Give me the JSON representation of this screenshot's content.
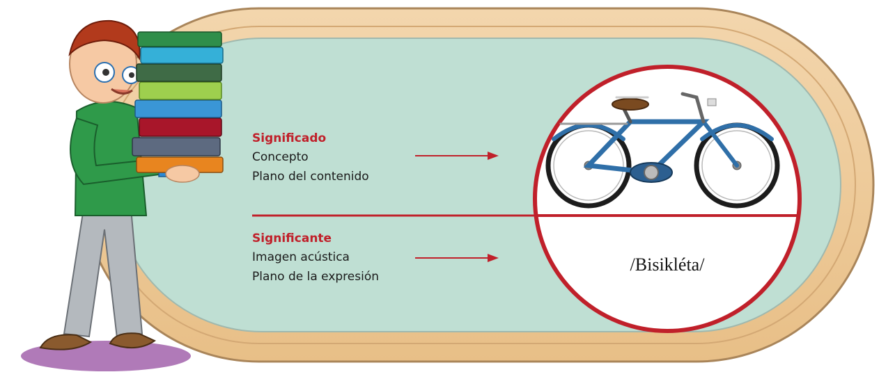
{
  "signified": {
    "title": "Significado",
    "line1": "Concepto",
    "line2": "Plano del contenido"
  },
  "signifier": {
    "title": "Significante",
    "line1": "Imagen acústica",
    "line2": "Plano de la expresión"
  },
  "phonetic": "/Bisikléta/",
  "colors": {
    "accent_red": "#c0202a",
    "board_green": "#bfdfd3",
    "wood_frame": "#eec99a"
  },
  "illustration": {
    "character": "boy-carrying-books",
    "object": "bicycle"
  }
}
